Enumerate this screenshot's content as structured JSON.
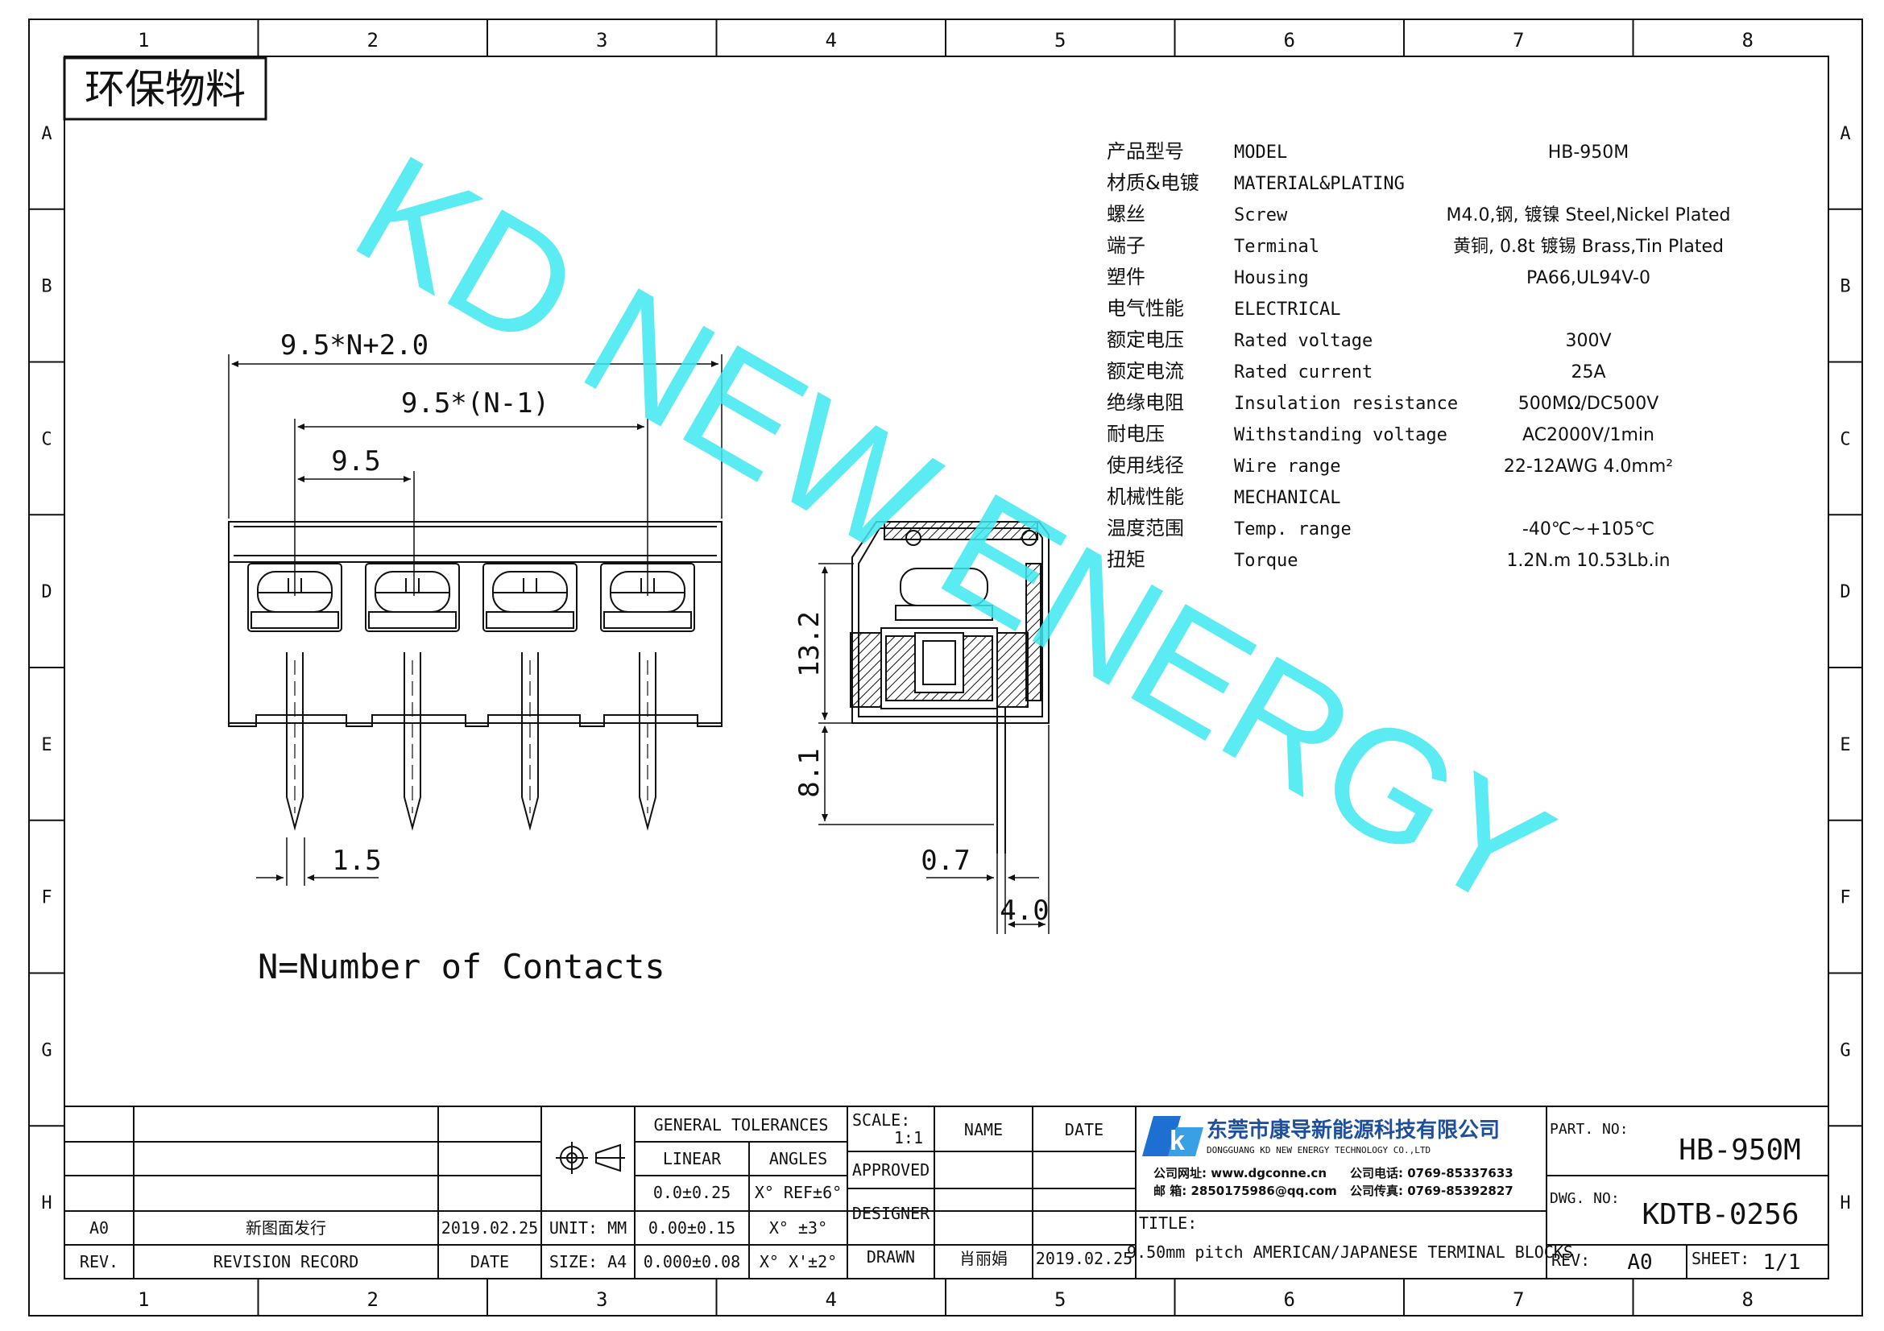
{
  "badge": "环保物料",
  "watermark": "KD NEW ENERGY",
  "grid": {
    "columns": [
      "1",
      "2",
      "3",
      "4",
      "5",
      "6",
      "7",
      "8"
    ],
    "rows": [
      "A",
      "B",
      "C",
      "D",
      "E",
      "F",
      "G",
      "H"
    ]
  },
  "specs": [
    {
      "zh": "产品型号",
      "en": "MODEL",
      "value": "HB-950M"
    },
    {
      "zh": "材质&电镀",
      "en": "MATERIAL&PLATING",
      "value": ""
    },
    {
      "zh": "螺丝",
      "en": "Screw",
      "value": "M4.0,钢, 镀镍 Steel,Nickel Plated"
    },
    {
      "zh": "端子",
      "en": "Terminal",
      "value": "黄铜, 0.8t 镀锡 Brass,Tin Plated"
    },
    {
      "zh": "塑件",
      "en": "Housing",
      "value": "PA66,UL94V-0"
    },
    {
      "zh": "电气性能",
      "en": "ELECTRICAL",
      "value": ""
    },
    {
      "zh": "额定电压",
      "en": "Rated voltage",
      "value": "300V"
    },
    {
      "zh": "额定电流",
      "en": "Rated current",
      "value": "25A"
    },
    {
      "zh": "绝缘电阻",
      "en": "Insulation resistance",
      "value": "500MΩ/DC500V"
    },
    {
      "zh": "耐电压",
      "en": "Withstanding voltage",
      "value": "AC2000V/1min"
    },
    {
      "zh": "使用线径",
      "en": "Wire range",
      "value": "22-12AWG 4.0mm²"
    },
    {
      "zh": "机械性能",
      "en": "MECHANICAL",
      "value": ""
    },
    {
      "zh": "温度范围",
      "en": "Temp. range",
      "value": "-40℃~+105℃"
    },
    {
      "zh": "扭矩",
      "en": "Torque",
      "value": "1.2N.m  10.53Lb.in"
    }
  ],
  "dimensions": {
    "overall": "9.5*N+2.0",
    "span": "9.5*(N-1)",
    "pitch": "9.5",
    "pin_width": "1.5",
    "height_body": "13.2",
    "height_pin": "8.1",
    "pin_thickness": "0.7",
    "pin_offset": "4.0"
  },
  "note": "N=Number of Contacts",
  "title_block": {
    "revision_rows": [
      {
        "rev": "A0",
        "record": "新图面发行",
        "date": "2019.02.25"
      }
    ],
    "rev_header": "REV.",
    "record_header": "REVISION RECORD",
    "date_header": "DATE",
    "unit": "UNIT: MM",
    "size": "SIZE: A4",
    "general_tolerances": "GENERAL TOLERANCES",
    "linear": "LINEAR",
    "angles": "ANGLES",
    "tol": [
      {
        "linear": "0.0±0.25",
        "angle": "X° REF±6°"
      },
      {
        "linear": "0.00±0.15",
        "angle": "X° ±3°"
      },
      {
        "linear": "0.000±0.08",
        "angle": "X° X'±2°"
      }
    ],
    "scale_label": "SCALE:",
    "scale_value": "1:1",
    "name_header": "NAME",
    "date_header2": "DATE",
    "approved": "APPROVED",
    "designer": "DESIGNER",
    "drawn": "DRAWN",
    "drawn_name": "肖丽娟",
    "drawn_date": "2019.02.25",
    "company_zh": "东莞市康导新能源科技有限公司",
    "company_en": "DONGGUANG KD NEW ENERGY TECHNOLOGY CO.,LTD",
    "website": "公司网址: www.dgconne.cn",
    "phone": "公司电话: 0769-85337633",
    "email": "邮    箱: 2850175986@qq.com",
    "fax": "公司传真: 0769-85392827",
    "title_label": "TITLE:",
    "title": "9.50mm pitch AMERICAN/JAPANESE TERMINAL BLOCKS",
    "part_no_label": "PART. NO:",
    "part_no": "HB-950M",
    "dwg_no_label": "DWG. NO:",
    "dwg_no": "KDTB-0256",
    "rev_label": "REV:",
    "rev_value": "A0",
    "sheet_label": "SHEET:",
    "sheet_value": "1/1"
  }
}
